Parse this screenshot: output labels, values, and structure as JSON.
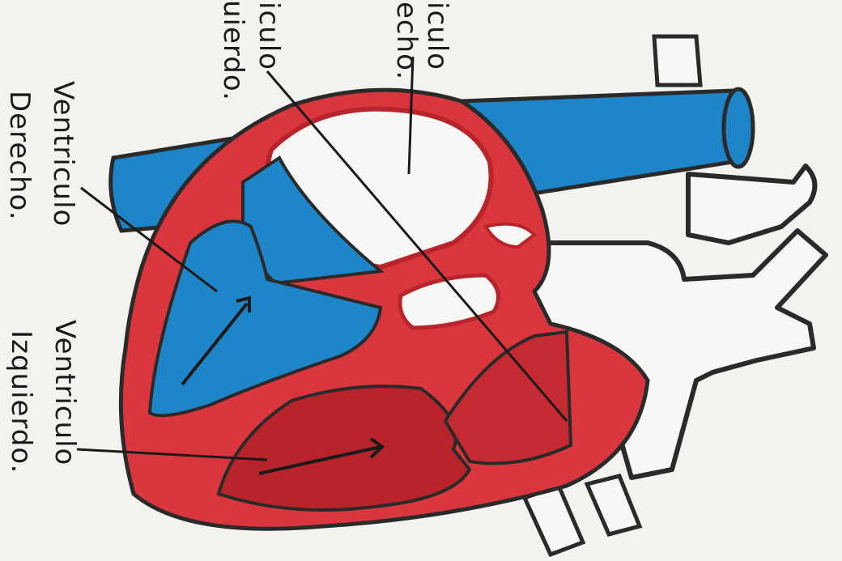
{
  "colors": {
    "paper": "#f3f2ef",
    "muscle": "#d9363e",
    "muscle_dark": "#b8242c",
    "vein_blue": "#1e86c8",
    "outline": "#2a2a2a",
    "ink": "#1a1a1a"
  },
  "labels": {
    "ventriculo_derecho_line1": "Ventriculo",
    "ventriculo_derecho_line2": "Derecho.",
    "ventriculo_izquierdo_line1": "Ventriculo",
    "ventriculo_izquierdo_line2": "Izquierdo.",
    "atrio_izquierdo_partial_line1": "iculo",
    "atrio_izquierdo_partial_line2": "uierdo.",
    "atrio_derecho_partial_line1": "iculo",
    "atrio_derecho_partial_line2": "echo."
  }
}
